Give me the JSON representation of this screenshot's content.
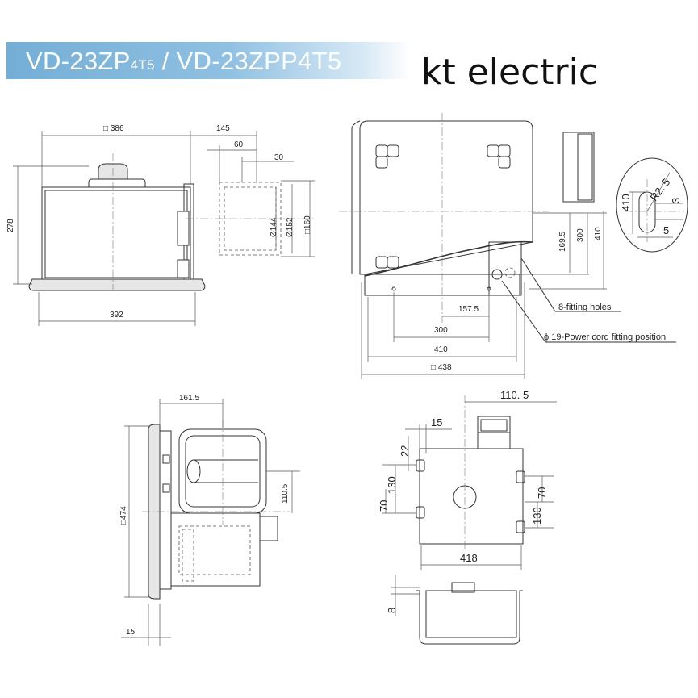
{
  "header": {
    "model_a": "VD-23ZP",
    "model_a_suffix": "4T5",
    "model_b": " / VD-23ZPP4T5",
    "brand": "kt electric"
  },
  "front_view": {
    "dim_top_width": "□ 386",
    "dim_duct_offset": "145",
    "dim_60": "60",
    "dim_30": "30",
    "dim_height": "278",
    "dim_bottom_width": "392",
    "dim_d144": "Ø144",
    "dim_d152": "Ø152",
    "dim_sq160": "□160"
  },
  "top_view": {
    "dim_169_5": "169.5",
    "dim_300_v": "300",
    "dim_410_v": "410",
    "dim_157_5": "157.5",
    "dim_300_h": "300",
    "dim_410_h": "410",
    "dim_sq438": "□ 438",
    "callout_holes": "8-fitting holes",
    "callout_power": "ϕ 19-Power cord fitting position"
  },
  "detail_view": {
    "dim_410": "410",
    "dim_r2_5": "R2. 5",
    "dim_3": "3",
    "dim_5": "5"
  },
  "side_view": {
    "dim_161_5": "161.5",
    "dim_sq474": "□474",
    "dim_110_5": "110.5",
    "dim_15": "15"
  },
  "mount_view": {
    "dim_110_5": "110. 5",
    "dim_15": "15",
    "dim_22": "22",
    "dim_130_l": "130",
    "dim_70_l": "70",
    "dim_70_r": "70",
    "dim_130_r": "130",
    "dim_418": "418",
    "dim_8": "8"
  }
}
